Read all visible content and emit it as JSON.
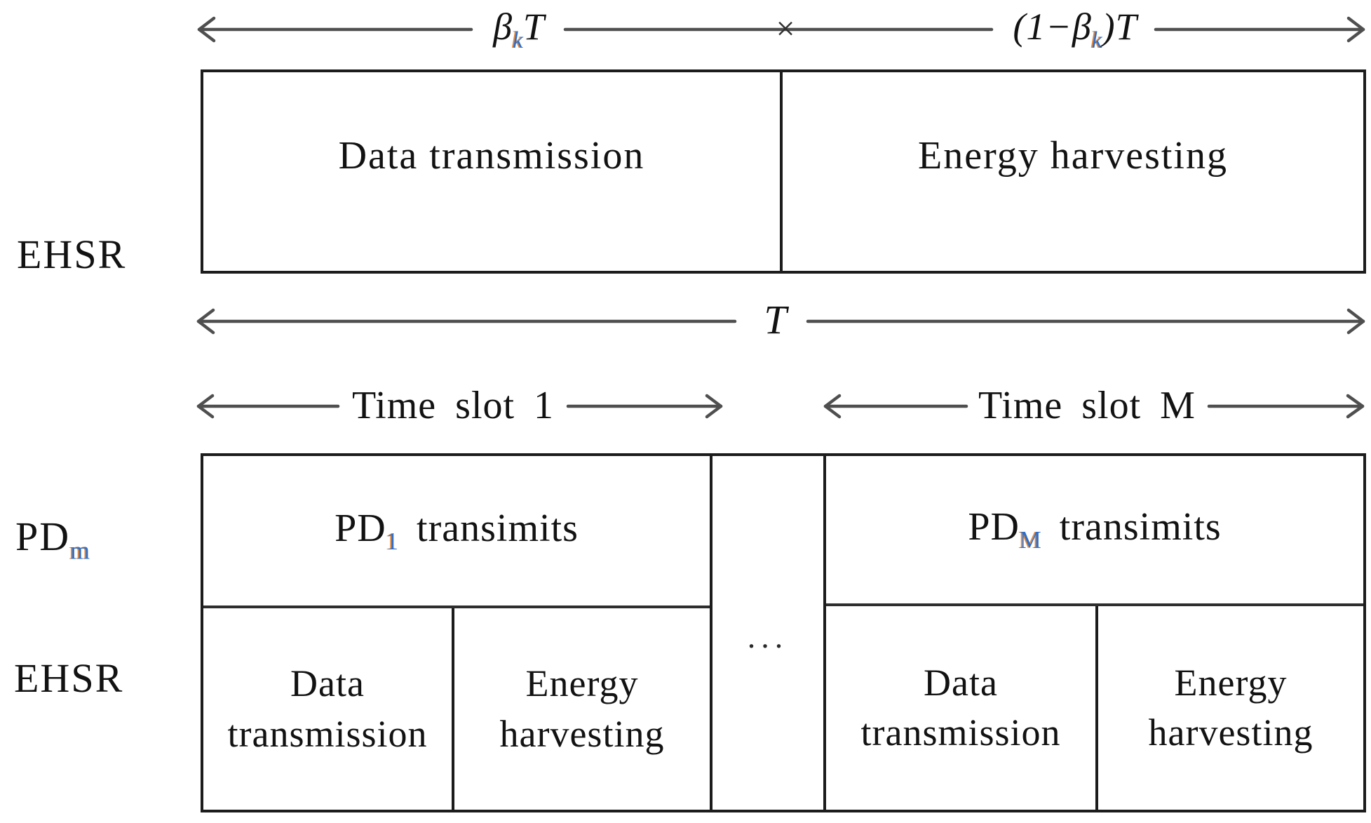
{
  "figure": {
    "row_labels": {
      "ehsr_top": "EHSR",
      "pd_base": "PD",
      "pd_sub": "m",
      "ehsr_bottom": "EHSR"
    },
    "top_interval": {
      "beta_base": "β",
      "beta_sub": "k",
      "beta_tail": "T",
      "cross": "×",
      "rhs_head": "(1−",
      "rhs_base": "β",
      "rhs_sub": "k",
      "rhs_tail": ")T"
    },
    "total_label": "T",
    "slot_labels": {
      "first": "Time slot 1",
      "last": "Time slot M"
    },
    "ehsr_frame": {
      "cells": [
        "Data transmission",
        "Energy harvesting"
      ]
    },
    "pd_frame": {
      "slot1_pd": "PD",
      "slot1_sub": "1",
      "slot1_verb": "transimits",
      "ellipsis": "...",
      "slotm_pd": "PD",
      "slotm_sub": "M",
      "slotm_verb": "transimits",
      "slot1_cells": [
        "Data transmission",
        "Energy harvesting"
      ],
      "slotm_cells": [
        "Data transmission",
        "Energy harvesting"
      ]
    },
    "colors": {
      "arrow": "#4f4f4f",
      "border": "#1c1c1c",
      "text": "#121212",
      "subscript_blue": "#2e6fc9",
      "subscript_orange": "#e07b28",
      "background": "#ffffff"
    }
  }
}
